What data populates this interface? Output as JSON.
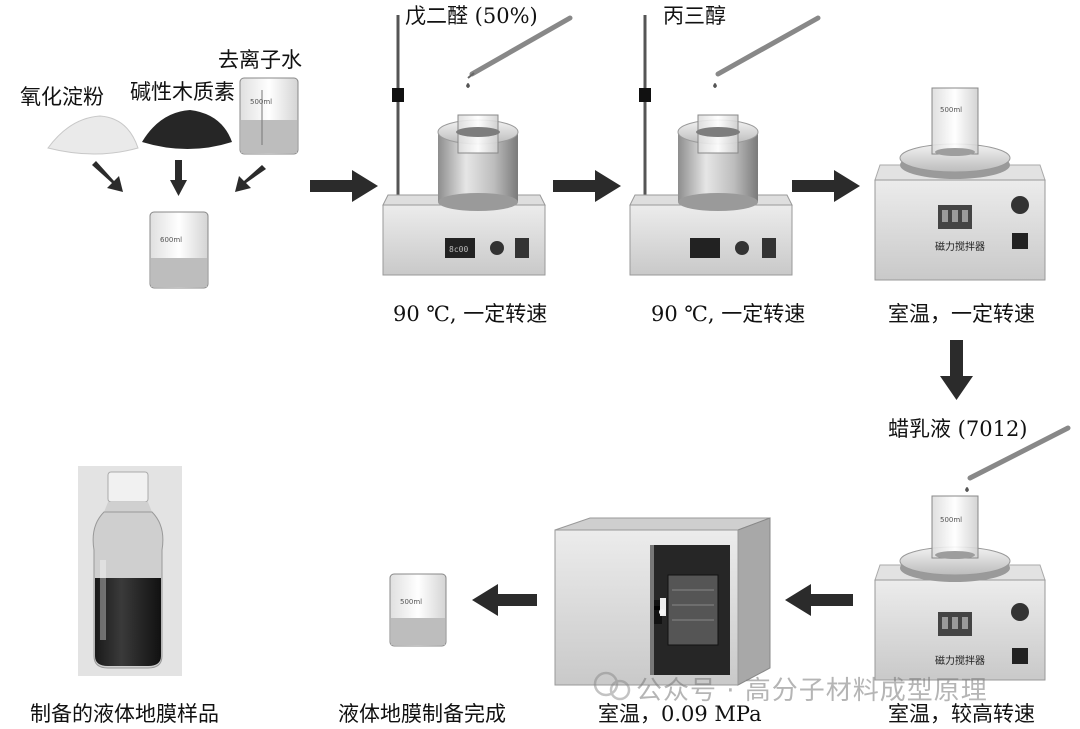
{
  "labels": {
    "oxidized_starch": "氧化淀粉",
    "alkali_lignin": "碱性木质素",
    "deionized_water": "去离子水",
    "glutaraldehyde": "戊二醛 (50%)",
    "glycerol": "丙三醇",
    "condition_1": "90 ℃, 一定转速",
    "condition_2": "90 ℃, 一定转速",
    "condition_3": "室温，一定转速",
    "wax_emulsion": "蜡乳液 (7012)",
    "condition_4": "室温，较高转速",
    "condition_5": "室温，0.09 MPa",
    "mulch_done": "液体地膜制备完成",
    "sample": "制备的液体地膜样品"
  },
  "device_text": {
    "beaker_volume": "500ml",
    "beaker_volume_small": "600ml",
    "stirrer_name": "磁力搅拌器",
    "display": "8c00"
  },
  "watermark": {
    "text": "公众号 · 高分子材料成型原理"
  },
  "colors": {
    "arrow": "#2b2b2b",
    "metal_light": "#d8d8d8",
    "metal_dark": "#8a8a8a",
    "liquid": "#b9b9b9",
    "dark_liquid": "#2a2a2a"
  }
}
